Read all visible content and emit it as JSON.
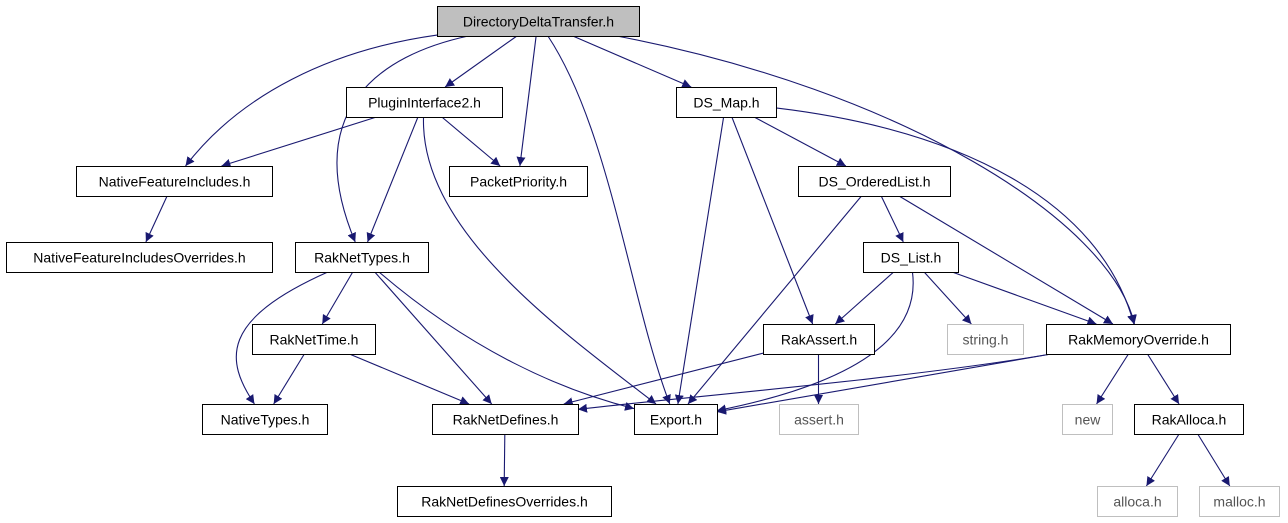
{
  "graph": {
    "title": "DirectoryDeltaTransfer.h",
    "colors": {
      "edge": "#191970",
      "node_border": "#000000",
      "root_fill": "#bfbfbf",
      "node_fill": "#ffffff",
      "system_border": "#bfbfbf",
      "system_text": "#555555",
      "text": "#000000"
    },
    "nodes": [
      {
        "id": "root",
        "label": "DirectoryDeltaTransfer.h",
        "kind": "root"
      },
      {
        "id": "plugin",
        "label": "PluginInterface2.h",
        "kind": "file"
      },
      {
        "id": "dsmap",
        "label": "DS_Map.h",
        "kind": "file"
      },
      {
        "id": "nfi",
        "label": "NativeFeatureIncludes.h",
        "kind": "file"
      },
      {
        "id": "pp",
        "label": "PacketPriority.h",
        "kind": "file"
      },
      {
        "id": "dsol",
        "label": "DS_OrderedList.h",
        "kind": "file"
      },
      {
        "id": "nfio",
        "label": "NativeFeatureIncludesOverrides.h",
        "kind": "file"
      },
      {
        "id": "rnt",
        "label": "RakNetTypes.h",
        "kind": "file"
      },
      {
        "id": "dslist",
        "label": "DS_List.h",
        "kind": "file"
      },
      {
        "id": "rntime",
        "label": "RakNetTime.h",
        "kind": "file"
      },
      {
        "id": "rassert",
        "label": "RakAssert.h",
        "kind": "file"
      },
      {
        "id": "stringh",
        "label": "string.h",
        "kind": "system"
      },
      {
        "id": "rmo",
        "label": "RakMemoryOverride.h",
        "kind": "file"
      },
      {
        "id": "ntypes",
        "label": "NativeTypes.h",
        "kind": "file"
      },
      {
        "id": "rnd",
        "label": "RakNetDefines.h",
        "kind": "file"
      },
      {
        "id": "export",
        "label": "Export.h",
        "kind": "file"
      },
      {
        "id": "asserth",
        "label": "assert.h",
        "kind": "system"
      },
      {
        "id": "newh",
        "label": "new",
        "kind": "system"
      },
      {
        "id": "ralloca",
        "label": "RakAlloca.h",
        "kind": "file"
      },
      {
        "id": "rndo",
        "label": "RakNetDefinesOverrides.h",
        "kind": "file"
      },
      {
        "id": "allocah",
        "label": "alloca.h",
        "kind": "system"
      },
      {
        "id": "malloch",
        "label": "malloc.h",
        "kind": "system"
      }
    ],
    "edges": [
      [
        "root",
        "nfi"
      ],
      [
        "root",
        "rnt"
      ],
      [
        "root",
        "plugin"
      ],
      [
        "root",
        "pp"
      ],
      [
        "root",
        "export"
      ],
      [
        "root",
        "dsmap"
      ],
      [
        "root",
        "rmo"
      ],
      [
        "plugin",
        "nfi"
      ],
      [
        "plugin",
        "pp"
      ],
      [
        "plugin",
        "rnt"
      ],
      [
        "plugin",
        "export"
      ],
      [
        "nfi",
        "nfio"
      ],
      [
        "dsmap",
        "dsol"
      ],
      [
        "dsmap",
        "rassert"
      ],
      [
        "dsmap",
        "export"
      ],
      [
        "dsmap",
        "rmo"
      ],
      [
        "dsol",
        "dslist"
      ],
      [
        "dsol",
        "export"
      ],
      [
        "dsol",
        "rmo"
      ],
      [
        "dslist",
        "rassert"
      ],
      [
        "dslist",
        "stringh"
      ],
      [
        "dslist",
        "rmo"
      ],
      [
        "dslist",
        "export"
      ],
      [
        "rnt",
        "rntime"
      ],
      [
        "rnt",
        "ntypes"
      ],
      [
        "rnt",
        "rnd"
      ],
      [
        "rnt",
        "export"
      ],
      [
        "rntime",
        "ntypes"
      ],
      [
        "rntime",
        "rnd"
      ],
      [
        "rassert",
        "rnd"
      ],
      [
        "rassert",
        "asserth"
      ],
      [
        "rmo",
        "export"
      ],
      [
        "rmo",
        "newh"
      ],
      [
        "rmo",
        "ralloca"
      ],
      [
        "rmo",
        "rnd"
      ],
      [
        "rnd",
        "rndo"
      ],
      [
        "ralloca",
        "allocah"
      ],
      [
        "ralloca",
        "malloch"
      ]
    ]
  }
}
